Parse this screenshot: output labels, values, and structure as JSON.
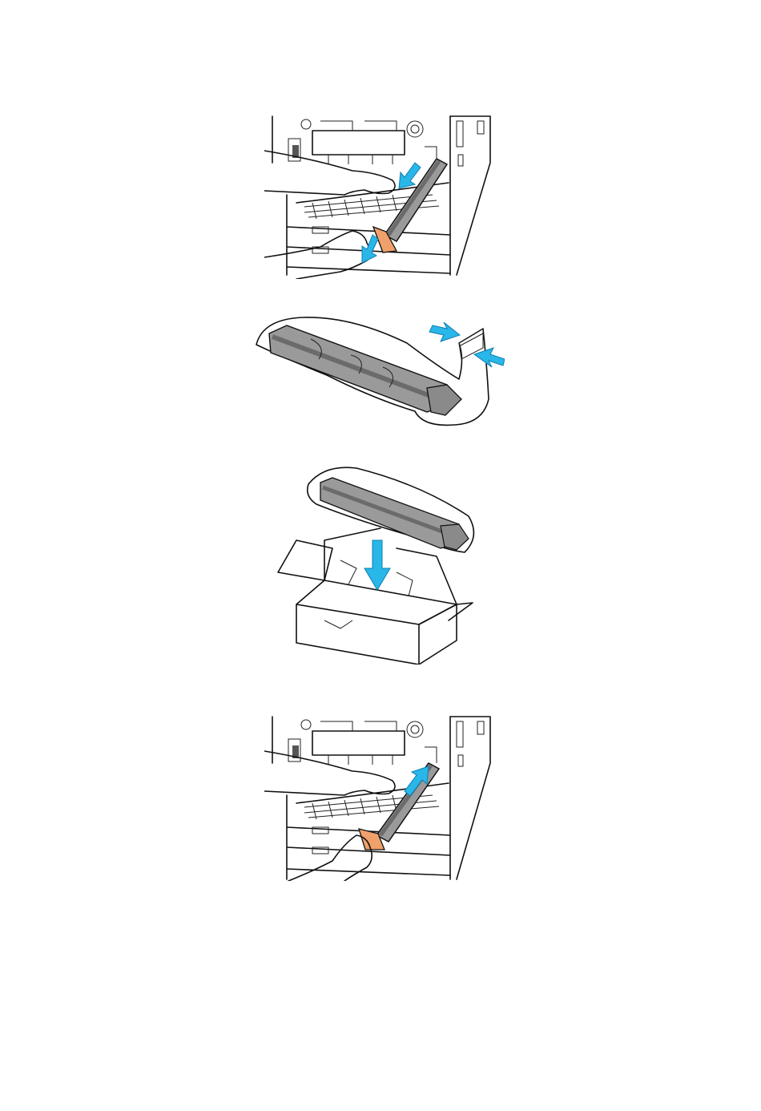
{
  "colors": {
    "arrow": "#29b6e8",
    "arrow_outline": "#0e7fb0",
    "cartridge_gray": "#9a9a9a",
    "cartridge_dark": "#6b6b6b",
    "handle_orange": "#f0a06a",
    "line": "#111111"
  },
  "figures": [
    {
      "name": "remove-cartridge-illustration",
      "icon": "printer-drum-removal-icon"
    },
    {
      "name": "seal-bag-illustration",
      "icon": "bag-seal-icon"
    },
    {
      "name": "pack-box-illustration",
      "icon": "shipping-box-icon"
    },
    {
      "name": "insert-cartridge-illustration",
      "icon": "printer-drum-insert-icon"
    }
  ]
}
